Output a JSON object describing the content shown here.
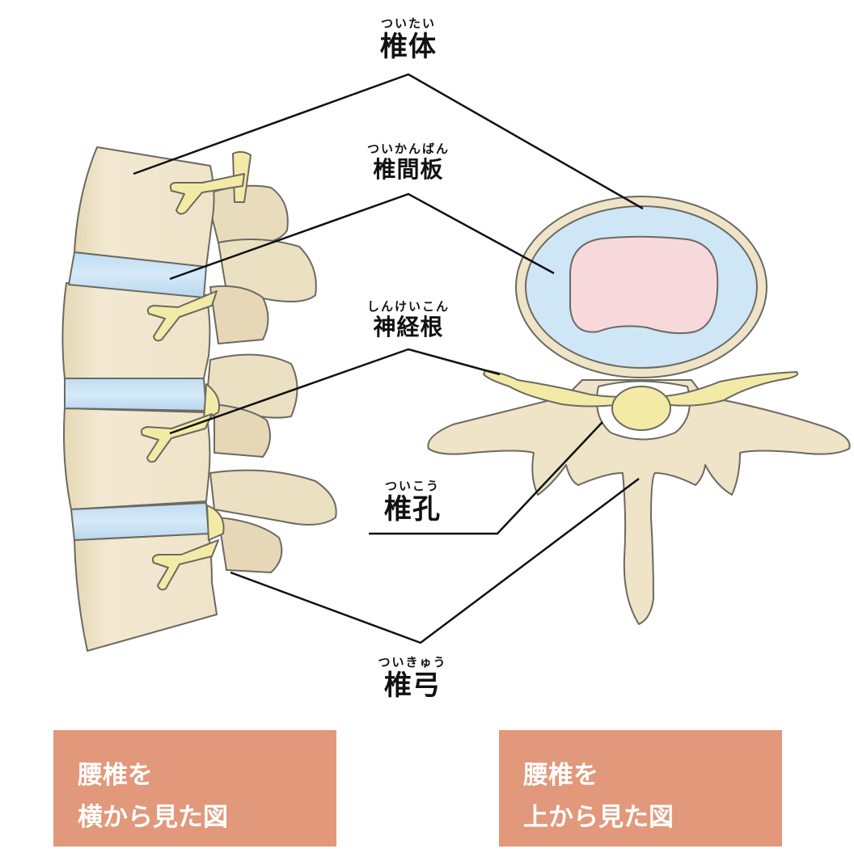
{
  "figure": {
    "title": "Lumbar vertebra anatomy diagram",
    "colors": {
      "bone": "#efe3c8",
      "bone_shadow": "#d8c9a3",
      "outline": "#6b6a62",
      "disc": "#cfe6f7",
      "nucleus": "#f7d9dc",
      "nerve": "#f3eaa6",
      "caption_bg": "#e2987b",
      "caption_text": "#ffffff",
      "leader_line": "#111111"
    }
  },
  "labels": [
    {
      "id": "vertebral-body",
      "ruby": "ついたい",
      "text": "椎体"
    },
    {
      "id": "intervertebral-disc",
      "ruby": "ついかんばん",
      "text": "椎間板"
    },
    {
      "id": "nerve-root",
      "ruby": "しんけいこん",
      "text": "神経根"
    },
    {
      "id": "vertebral-foramen",
      "ruby": "ついこう",
      "text": "椎孔"
    },
    {
      "id": "vertebral-arch",
      "ruby": "ついきゅう",
      "text": "椎弓"
    }
  ],
  "captions": [
    {
      "id": "side-view",
      "lines": [
        "腰椎を",
        "横から見た図"
      ]
    },
    {
      "id": "top-view",
      "lines": [
        "腰椎を",
        "上から見た図"
      ]
    }
  ]
}
